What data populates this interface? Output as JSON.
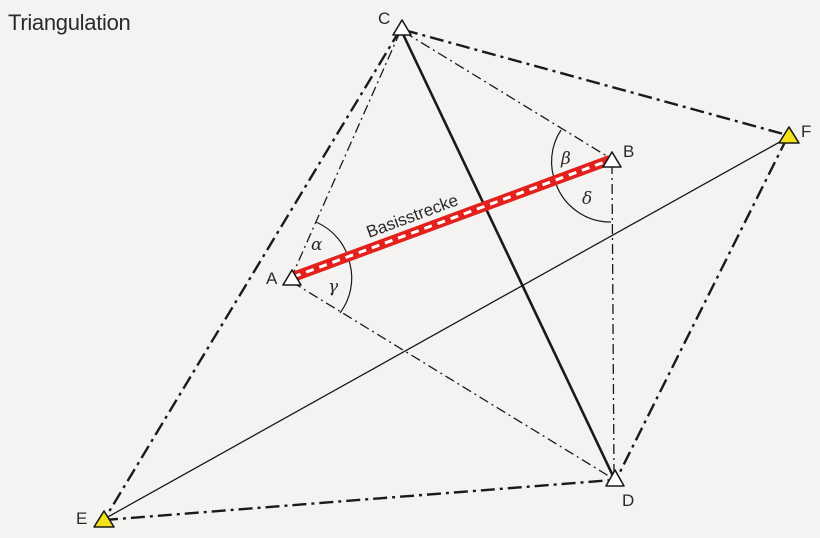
{
  "title": "Triangulation",
  "points": {
    "A": "A",
    "B": "B",
    "C": "C",
    "D": "D",
    "E": "E",
    "F": "F"
  },
  "baseline_label": "Basisstrecke",
  "angles": {
    "alpha": "α",
    "beta": "β",
    "gamma": "γ",
    "delta": "δ"
  },
  "colors": {
    "baseline": "#e3201b",
    "new_point_fill": "#f3e21a",
    "line": "#1a1a1a"
  }
}
